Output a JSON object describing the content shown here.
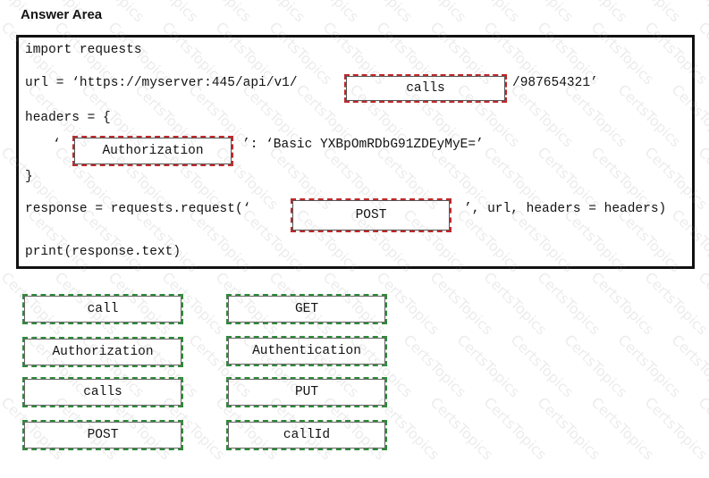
{
  "title": "Answer Area",
  "code": {
    "line1": "import requests",
    "line2_pre": "url = ‘https://myserver:445/api/v1/",
    "line2_post": "/987654321’",
    "line3": "headers = {",
    "line4_pre": "‘",
    "line4_post": "’: ‘Basic YXBpOmRDbG91ZDEyMyE=’",
    "line5": "}",
    "line6_pre": "response = requests.request(‘",
    "line6_post": "’, url, headers = headers)",
    "line7": "print(response.text)"
  },
  "targets": {
    "url_segment": "calls",
    "header_name": "Authorization",
    "method": "POST"
  },
  "options": [
    "call",
    "GET",
    "Authorization",
    "Authentication",
    "calls",
    "PUT",
    "POST",
    "callId"
  ],
  "watermark": "CertsTopics",
  "colors": {
    "target_border": "#c0282a",
    "option_border": "#2f8a3a"
  }
}
